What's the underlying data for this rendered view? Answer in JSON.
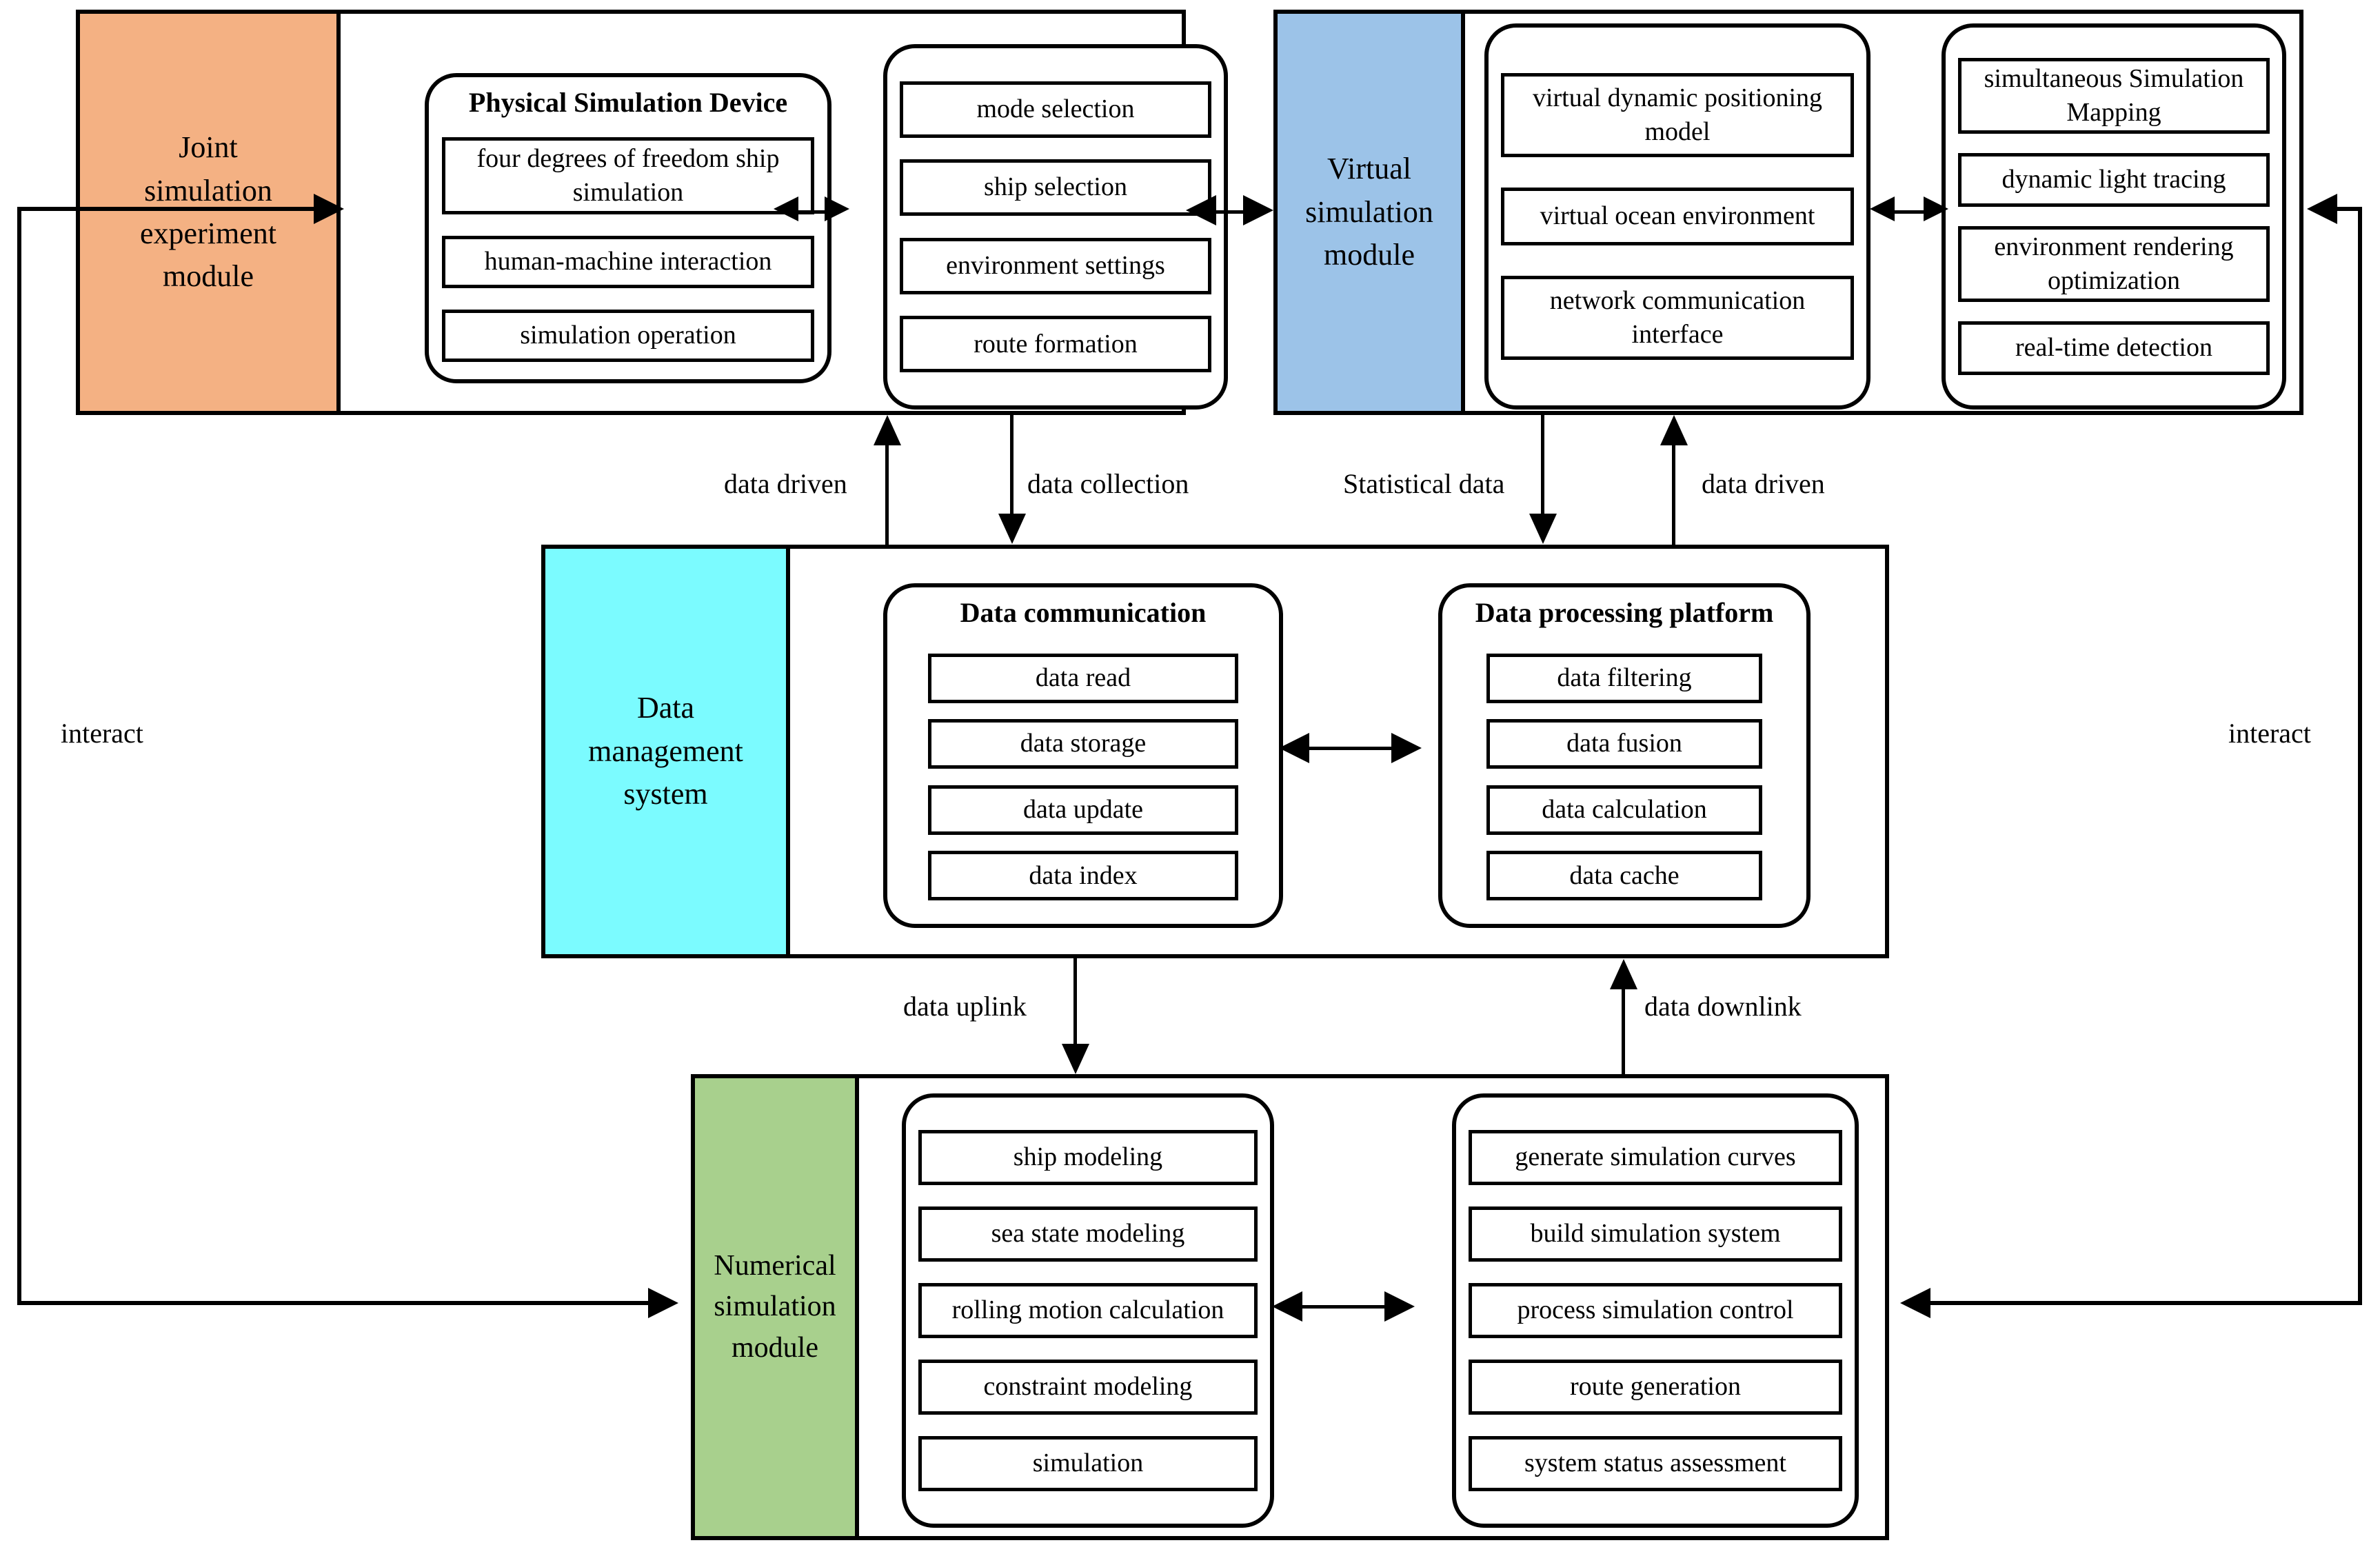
{
  "diagram": {
    "title": "Joint simulation experiment system architecture",
    "colors": {
      "joint_module": "#F4B183",
      "virtual_module": "#9CC3E8",
      "data_module": "#7BFBFF",
      "numerical_module": "#A8D08D",
      "line": "#000000",
      "background": "#FFFFFF"
    }
  },
  "modules": {
    "joint": {
      "label": "Joint\nsimulation\nexperiment\nmodule",
      "groups": [
        {
          "title": "Physical Simulation Device",
          "items": [
            "four degrees of freedom ship simulation",
            "human-machine interaction",
            "simulation operation"
          ]
        },
        {
          "title": "",
          "items": [
            "mode selection",
            "ship selection",
            "environment settings",
            "route formation"
          ]
        }
      ]
    },
    "virtual": {
      "label": "Virtual\nsimulation\nmodule",
      "groups": [
        {
          "title": "",
          "items": [
            "virtual dynamic positioning model",
            "virtual ocean environment",
            "network communication interface"
          ]
        },
        {
          "title": "",
          "items": [
            "simultaneous Simulation Mapping",
            "dynamic light tracing",
            "environment rendering optimization",
            "real-time detection"
          ]
        }
      ]
    },
    "data": {
      "label": "Data\nmanagement\nsystem",
      "groups": [
        {
          "title": "Data communication",
          "items": [
            "data read",
            "data storage",
            "data update",
            "data index"
          ]
        },
        {
          "title": "Data processing platform",
          "items": [
            "data filtering",
            "data fusion",
            "data calculation",
            "data cache"
          ]
        }
      ]
    },
    "numerical": {
      "label": "Numerical\nsimulation\nmodule",
      "groups": [
        {
          "title": "",
          "items": [
            "ship modeling",
            "sea state modeling",
            "rolling motion calculation",
            "constraint modeling",
            "simulation"
          ]
        },
        {
          "title": "",
          "items": [
            "generate simulation curves",
            "build simulation system",
            "process simulation control",
            "route generation",
            "system status assessment"
          ]
        }
      ]
    }
  },
  "connector_labels": {
    "data_driven_left": "data driven",
    "data_collection": "data collection",
    "statistical_data": "Statistical data",
    "data_driven_right": "data driven",
    "data_uplink": "data uplink",
    "data_downlink": "data downlink",
    "interact_left": "interact",
    "interact_right": "interact"
  }
}
